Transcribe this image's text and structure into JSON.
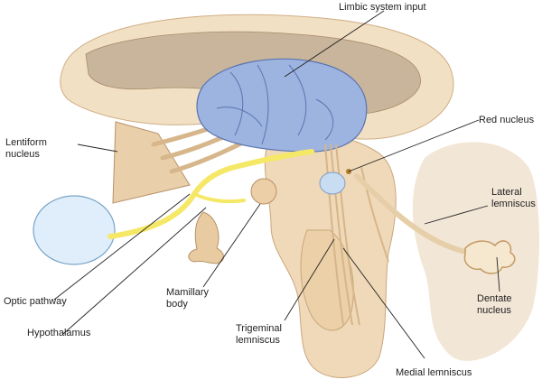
{
  "labels": {
    "limbic": "Limbic system input",
    "red_nucleus": "Red nucleus",
    "lentiform": "Lentiform\nnucleus",
    "lateral_lemniscus": "Lateral\nlemniscus",
    "optic_pathway": "Optic pathway",
    "mamillary_body": "Mamillary\nbody",
    "dentate_nucleus": "Dentate\nnucleus",
    "hypothalamus": "Hypothalamus",
    "trigeminal_lemniscus": "Trigeminal\nlemniscus",
    "medial_lemniscus": "Medial lemniscus"
  },
  "colors": {
    "tissue": "#f0dcc0",
    "tissue_dark": "#d9b78e",
    "cortex": "#f4e5cf",
    "ventricle": "#c8b49c",
    "thalamus": "#9db4e0",
    "thalamus_outline": "#5a74b0",
    "optic": "#f6e867",
    "eye": "#dfeefa",
    "outline": "#8a6a45",
    "leader": "#222222"
  }
}
